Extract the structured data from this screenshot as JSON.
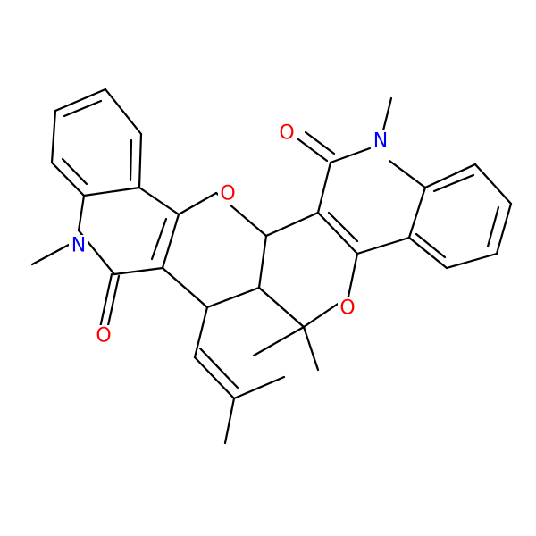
{
  "molecule": {
    "atoms": [
      {
        "id": "N1",
        "label": "N",
        "color": "#0000ff"
      },
      {
        "id": "N2",
        "label": "N",
        "color": "#0000ff"
      },
      {
        "id": "O1",
        "label": "O",
        "color": "#ff0000"
      },
      {
        "id": "O2",
        "label": "O",
        "color": "#ff0000"
      },
      {
        "id": "O3",
        "label": "O",
        "color": "#ff0000"
      },
      {
        "id": "O4",
        "label": "O",
        "color": "#ff0000"
      }
    ]
  }
}
